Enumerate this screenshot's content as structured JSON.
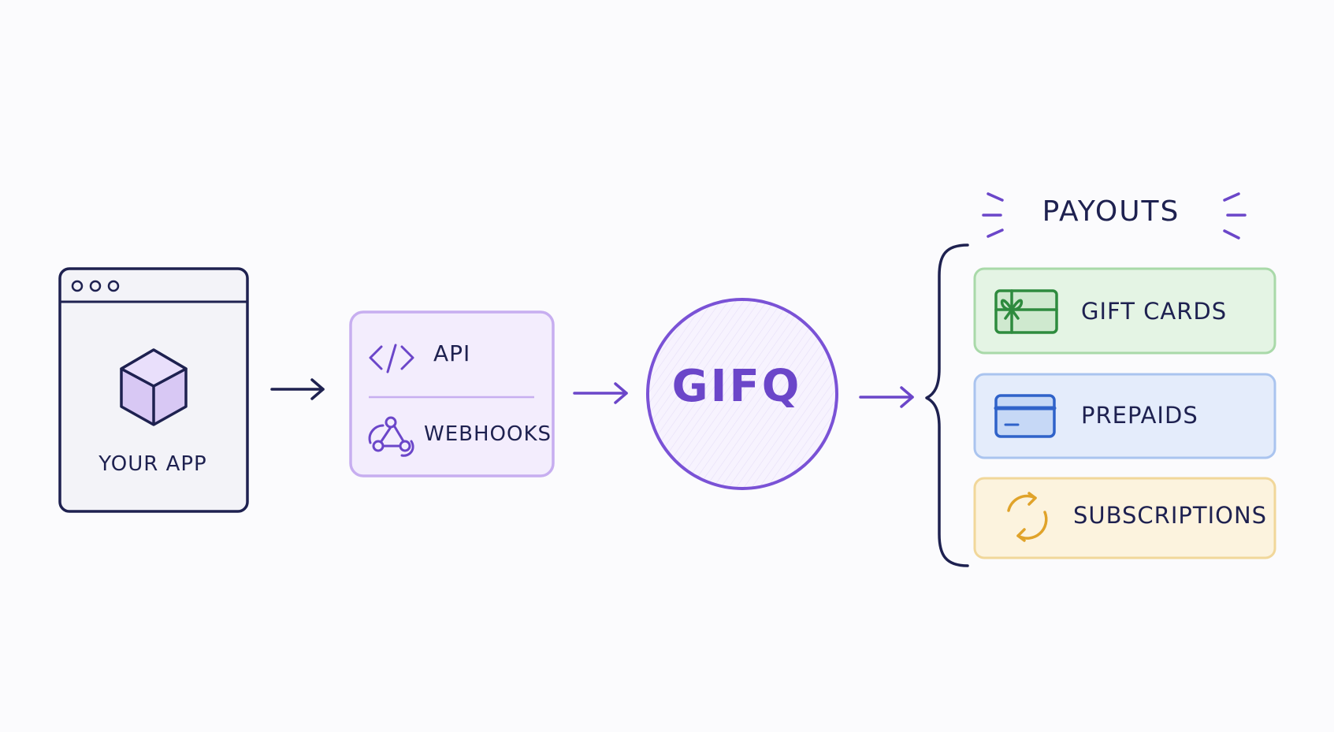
{
  "source": {
    "label": "YOUR APP",
    "icon": "cube-icon"
  },
  "integration": {
    "api": {
      "label": "API",
      "icon": "code-icon"
    },
    "webhooks": {
      "label": "WEBHOOKS",
      "icon": "webhook-icon"
    }
  },
  "platform": {
    "label": "GIFQ"
  },
  "payouts": {
    "title": "PAYOUTS",
    "items": [
      {
        "label": "GIFT CARDS",
        "icon": "gift-card-icon",
        "color": "#2e8b3e"
      },
      {
        "label": "PREPAIDS",
        "icon": "credit-card-icon",
        "color": "#2f62c9"
      },
      {
        "label": "SUBSCRIPTIONS",
        "icon": "refresh-icon",
        "color": "#e0a32a"
      }
    ]
  },
  "colors": {
    "ink": "#1e2150",
    "accent": "#6b46c9",
    "accent_light": "#c7aef0"
  }
}
